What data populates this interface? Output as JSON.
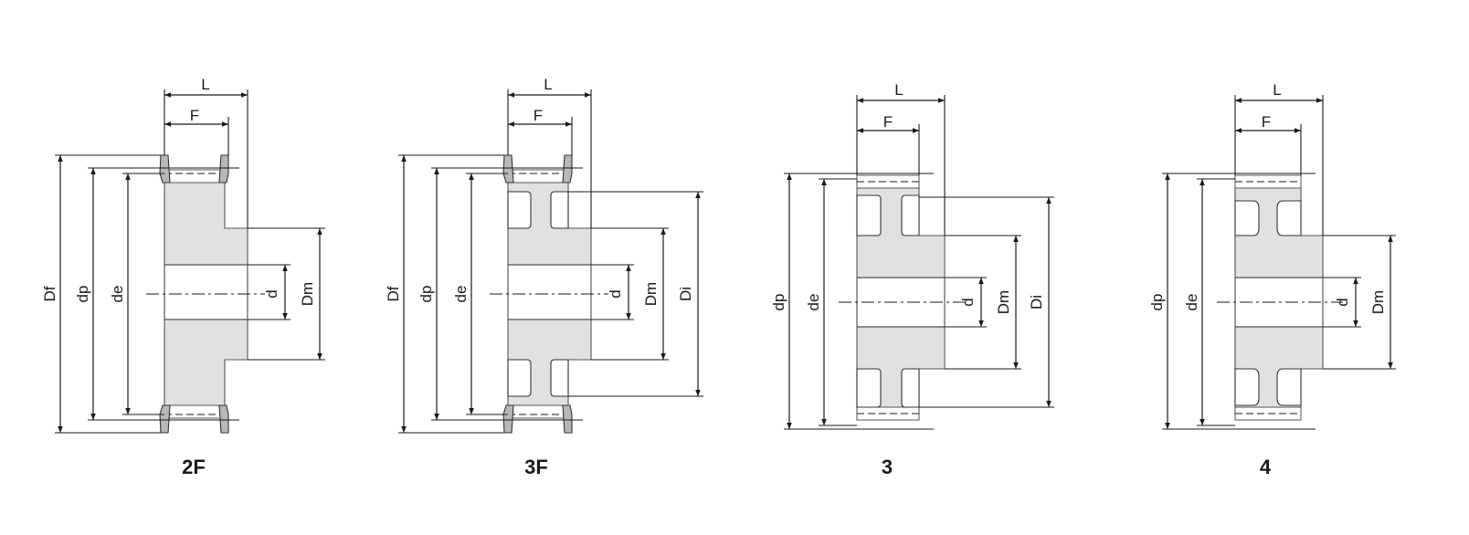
{
  "colors": {
    "line": "#1a1a1a",
    "hub_fill": "#e1e1e1",
    "flange_fill": "#b8b8b8",
    "background": "#ffffff"
  },
  "figures": [
    {
      "caption": "2F",
      "labels": {
        "L": "L",
        "F": "F",
        "Df": "Df",
        "dp": "dp",
        "de": "de",
        "d": "d",
        "Dm": "Dm"
      }
    },
    {
      "caption": "3F",
      "labels": {
        "L": "L",
        "F": "F",
        "Df": "Df",
        "dp": "dp",
        "de": "de",
        "d": "d",
        "Dm": "Dm",
        "Di": "Di"
      }
    },
    {
      "caption": "3",
      "labels": {
        "L": "L",
        "F": "F",
        "dp": "dp",
        "de": "de",
        "d": "d",
        "Dm": "Dm",
        "Di": "Di"
      }
    },
    {
      "caption": "4",
      "labels": {
        "L": "L",
        "F": "F",
        "dp": "dp",
        "de": "de",
        "d": "d",
        "Dm": "Dm"
      }
    }
  ]
}
